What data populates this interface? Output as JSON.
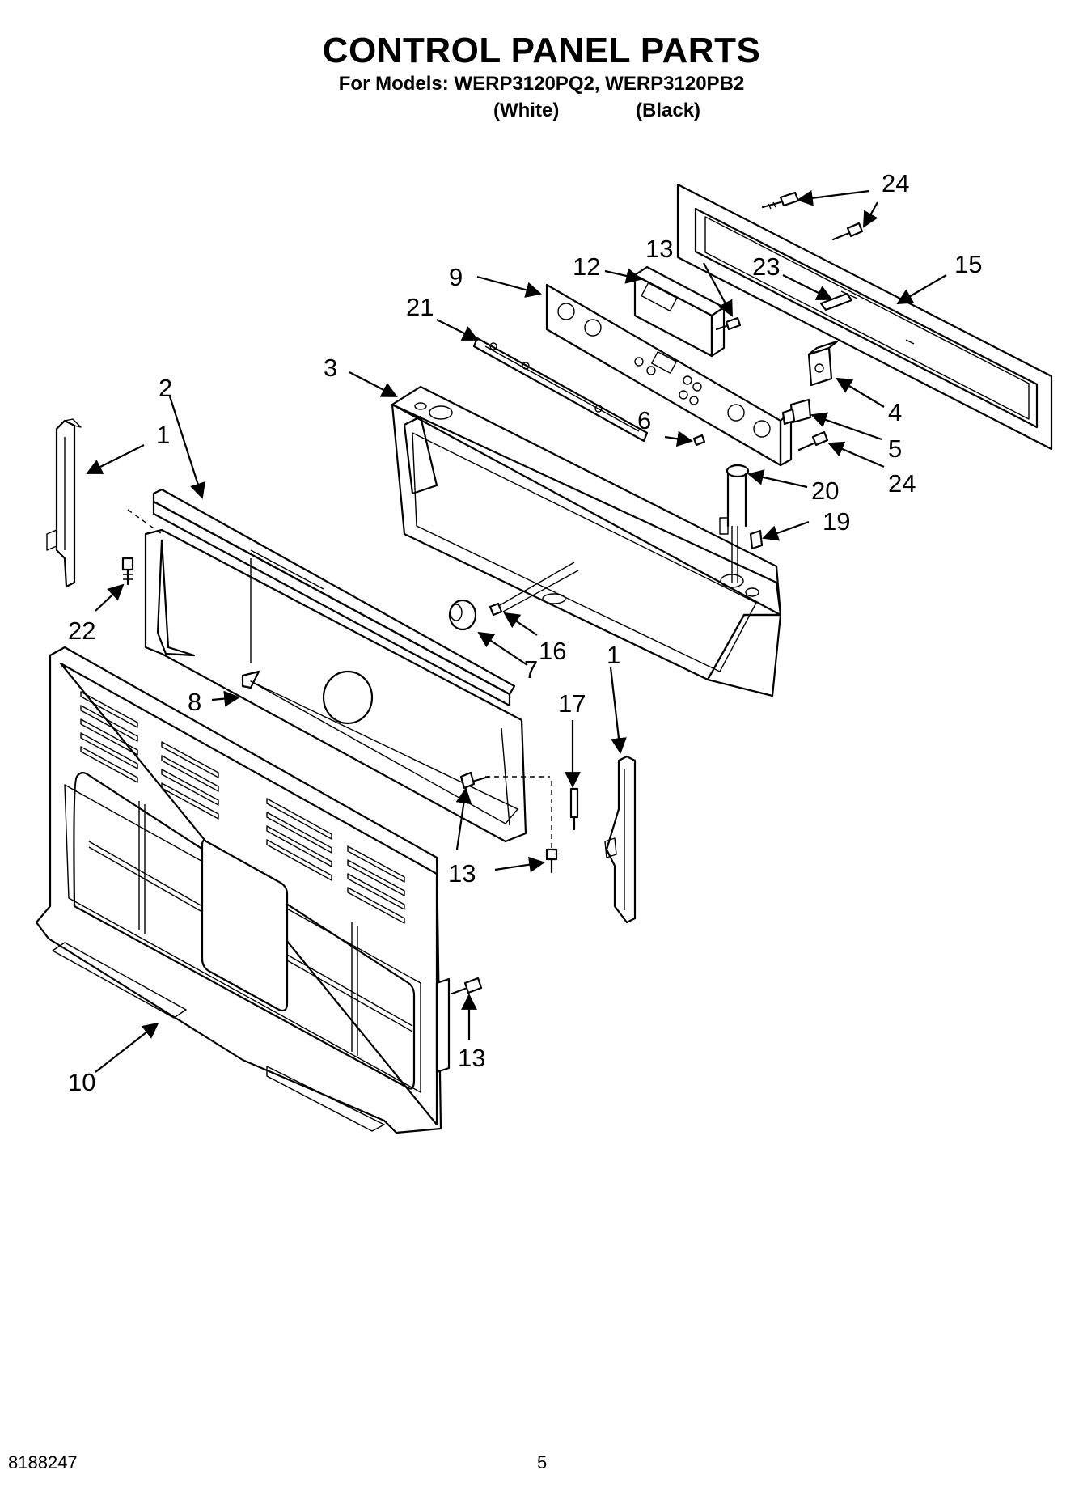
{
  "header": {
    "title": "CONTROL PANEL PARTS",
    "models_line": "For Models: WERP3120PQ2, WERP3120PB2",
    "color_white": "(White)",
    "color_black": "(Black)"
  },
  "footer": {
    "doc_number": "8188247",
    "page_number": "5"
  },
  "callouts": {
    "c1_left": "1",
    "c1_right": "1",
    "c2": "2",
    "c3": "3",
    "c4": "4",
    "c5": "5",
    "c6": "6",
    "c7": "7",
    "c8": "8",
    "c9": "9",
    "c10": "10",
    "c12": "12",
    "c13_top": "13",
    "c13_mid": "13",
    "c13_bottom": "13",
    "c15": "15",
    "c16": "16",
    "c17": "17",
    "c19": "19",
    "c20": "20",
    "c21": "21",
    "c22": "22",
    "c23": "23",
    "c24_top": "24",
    "c24_right": "24"
  },
  "colors": {
    "ink": "#000000",
    "paper": "#ffffff"
  }
}
